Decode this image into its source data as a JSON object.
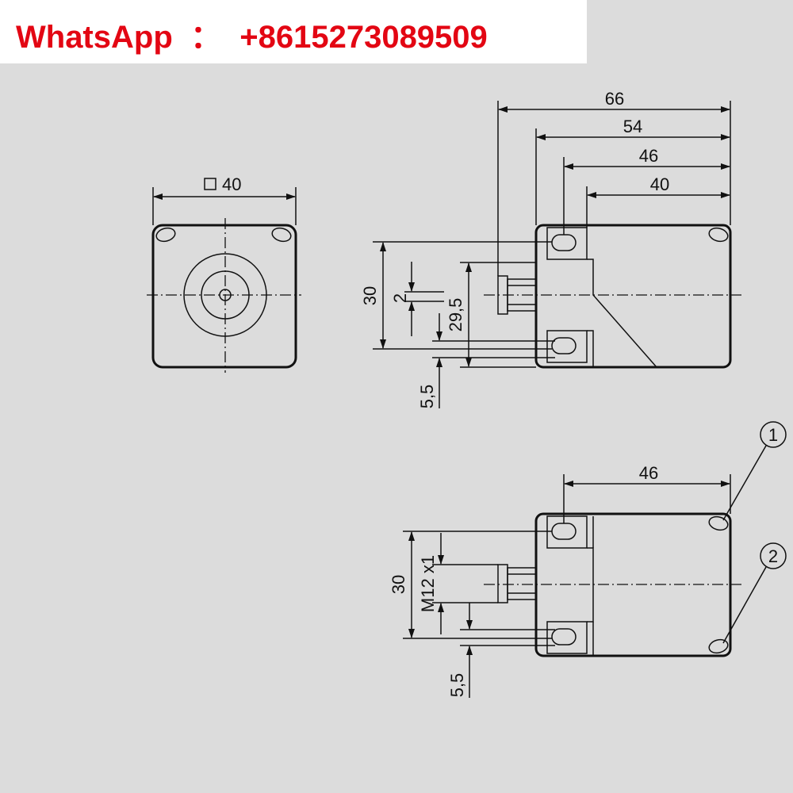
{
  "banner": {
    "label": "WhatsApp",
    "separator": "：",
    "phone": "+8615273089509",
    "color": "#e30613"
  },
  "front_view": {
    "dim_square": "40",
    "square_symbol": "□"
  },
  "side_view_1": {
    "dims": {
      "d66": "66",
      "d54": "54",
      "d46": "46",
      "d40": "40",
      "d30": "30",
      "d2": "2",
      "d29_5": "29,5",
      "d5_5": "5,5"
    }
  },
  "side_view_2": {
    "dims": {
      "d46": "46",
      "d30": "30",
      "thread": "M12 x1",
      "d5_5": "5,5"
    },
    "callouts": [
      "1",
      "2"
    ]
  }
}
